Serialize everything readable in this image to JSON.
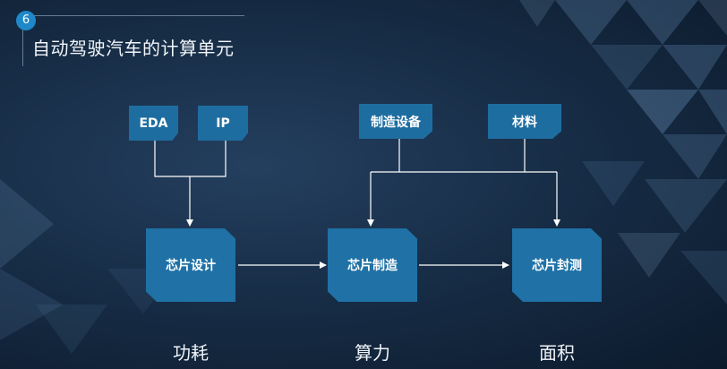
{
  "slide": {
    "number": "6",
    "title": "自动驾驶汽车的计算单元"
  },
  "nodes": {
    "eda": "EDA",
    "ip": "IP",
    "equipment": "制造设备",
    "materials": "材料",
    "chip_design": "芯片设计",
    "chip_manufacturing": "芯片制造",
    "chip_packaging": "芯片封测"
  },
  "bottom_labels": {
    "power": "功耗",
    "compute": "算力",
    "area": "面积"
  },
  "colors": {
    "node_fill": "#1e6da0",
    "connector": "#ffffff",
    "badge": "#1e88c9"
  }
}
